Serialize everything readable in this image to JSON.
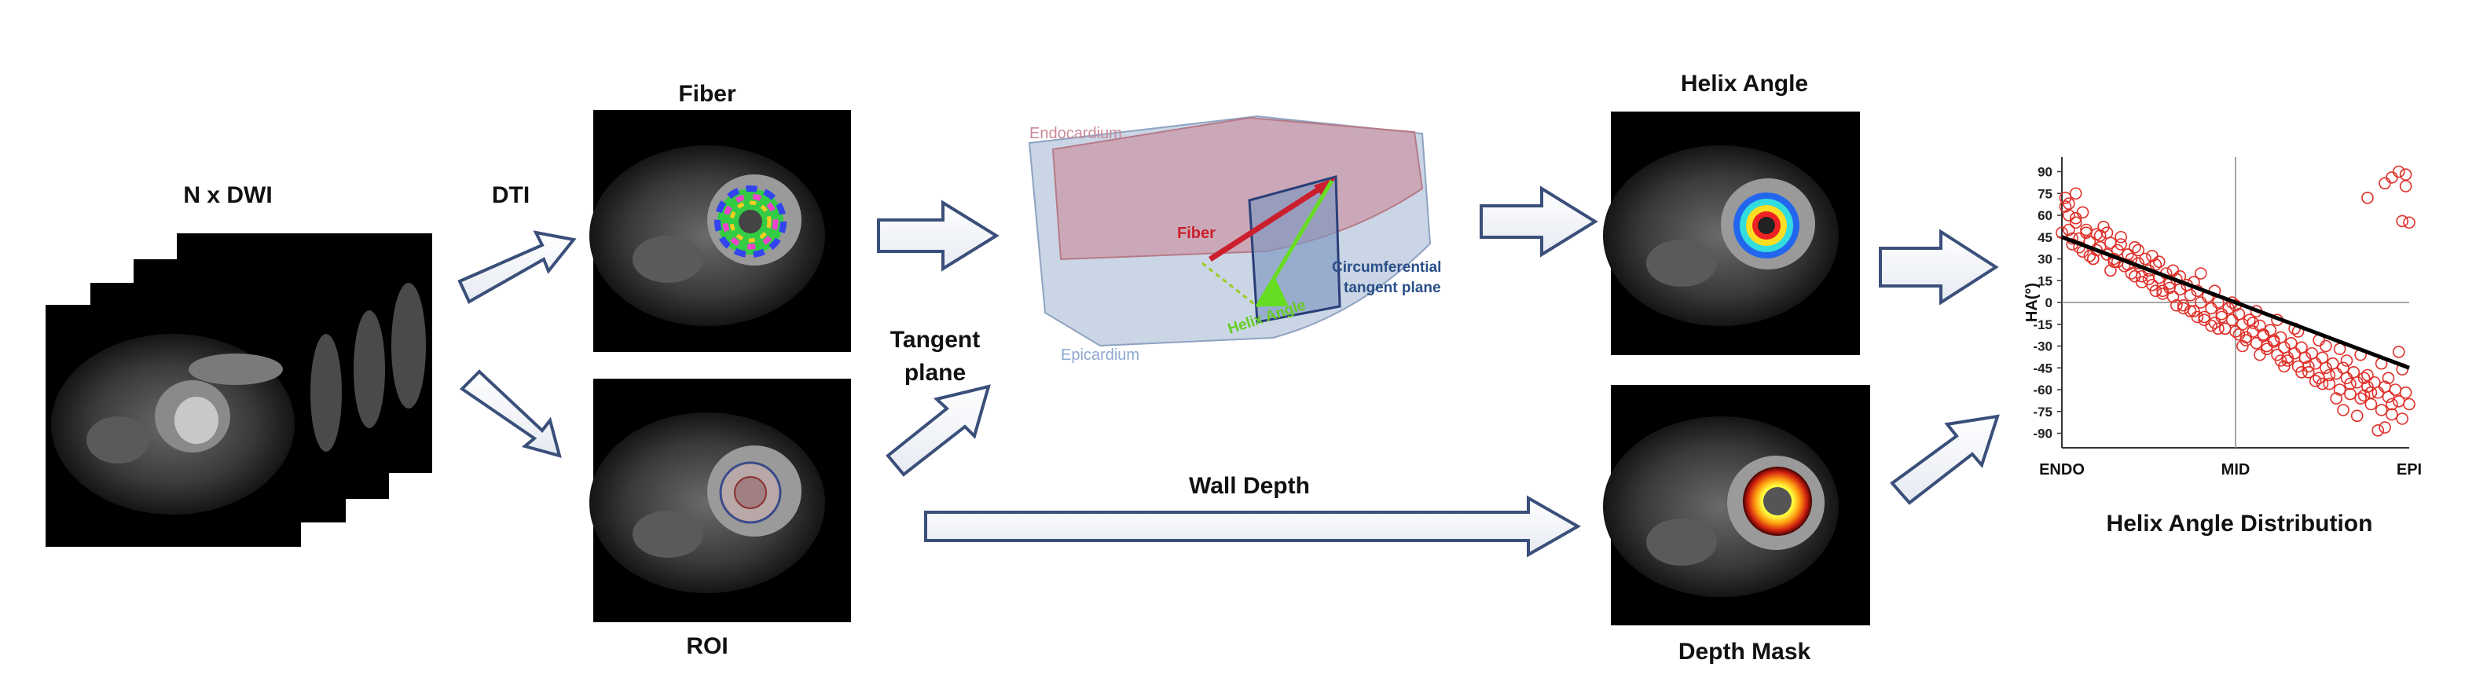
{
  "labels": {
    "dwi": "N x DWI",
    "dti": "DTI",
    "fiber": "Fiber",
    "roi": "ROI",
    "tangent_plane": "Tangent plane",
    "wall_depth": "Wall Depth",
    "helix_angle": "Helix Angle",
    "depth_mask": "Depth Mask",
    "distribution": "Helix Angle Distribution"
  },
  "diagram": {
    "endocardium": "Endocardium",
    "epicardium": "Epicardium",
    "fiber": "Fiber",
    "helix_angle": "Helix Angle",
    "circumferential_1": "Circumferential",
    "circumferential_2": "tangent plane"
  },
  "colors": {
    "endo_fill": "#c98a98",
    "epi_fill": "#9fb3cf",
    "arrow_stroke": "#3a4f7a",
    "fiber_red": "#cc1f2d",
    "helix_green": "#66dd22",
    "scatter_red": "#e0302a"
  },
  "chart_data": {
    "type": "scatter",
    "title": "",
    "xlabel": "",
    "ylabel": "HA(°)",
    "x_ticks": [
      "ENDO",
      "MID",
      "EPI"
    ],
    "x_tick_positions": [
      0,
      0.5,
      1
    ],
    "xlim": [
      0,
      1
    ],
    "ylim": [
      -100,
      100
    ],
    "y_ticks": [
      90,
      75,
      60,
      45,
      30,
      15,
      0,
      -15,
      -30,
      -45,
      -60,
      -75,
      -90
    ],
    "grid": false,
    "trend": {
      "x": [
        0,
        1
      ],
      "y": [
        45,
        -45
      ]
    },
    "series": [
      {
        "x": [
          0.0,
          0.02,
          0.03,
          0.04,
          0.05,
          0.06,
          0.07,
          0.08,
          0.09,
          0.1,
          0.11,
          0.12,
          0.13,
          0.14,
          0.15,
          0.16,
          0.17,
          0.18,
          0.19,
          0.2,
          0.21,
          0.22,
          0.23,
          0.24,
          0.25,
          0.26,
          0.27,
          0.28,
          0.29,
          0.3,
          0.31,
          0.32,
          0.33,
          0.34,
          0.35,
          0.36,
          0.37,
          0.38,
          0.39,
          0.4,
          0.41,
          0.42,
          0.43,
          0.44,
          0.45,
          0.46,
          0.47,
          0.48,
          0.49,
          0.5,
          0.51,
          0.52,
          0.53,
          0.54,
          0.55,
          0.56,
          0.57,
          0.58,
          0.59,
          0.6,
          0.61,
          0.62,
          0.63,
          0.64,
          0.65,
          0.66,
          0.67,
          0.68,
          0.69,
          0.7,
          0.71,
          0.72,
          0.73,
          0.74,
          0.75,
          0.76,
          0.77,
          0.78,
          0.79,
          0.8,
          0.81,
          0.82,
          0.83,
          0.84,
          0.85,
          0.86,
          0.87,
          0.88,
          0.89,
          0.9,
          0.91,
          0.92,
          0.93,
          0.94,
          0.95,
          0.96,
          0.97,
          0.98,
          0.99,
          1.0,
          0.02,
          0.05,
          0.08,
          0.11,
          0.14,
          0.17,
          0.2,
          0.23,
          0.26,
          0.29,
          0.32,
          0.35,
          0.38,
          0.41,
          0.44,
          0.47,
          0.5,
          0.53,
          0.56,
          0.59,
          0.62,
          0.65,
          0.68,
          0.71,
          0.74,
          0.77,
          0.8,
          0.83,
          0.86,
          0.89,
          0.92,
          0.95,
          0.98,
          0.01,
          0.04,
          0.07,
          0.1,
          0.13,
          0.16,
          0.19,
          0.22,
          0.25,
          0.28,
          0.31,
          0.34,
          0.37,
          0.4,
          0.43,
          0.46,
          0.49,
          0.52,
          0.55,
          0.58,
          0.61,
          0.64,
          0.67,
          0.7,
          0.73,
          0.76,
          0.79,
          0.82,
          0.85,
          0.88,
          0.91,
          0.94,
          0.97,
          1.0,
          0.03,
          0.09,
          0.15,
          0.21,
          0.27,
          0.33,
          0.39,
          0.45,
          0.51,
          0.57,
          0.63,
          0.69,
          0.75,
          0.81,
          0.87,
          0.93,
          0.99,
          0.01,
          0.02,
          0.04,
          0.06,
          0.88,
          0.93,
          0.95,
          0.97,
          0.98,
          0.99
        ],
        "y": [
          48,
          50,
          40,
          58,
          44,
          35,
          50,
          42,
          30,
          47,
          38,
          52,
          33,
          41,
          28,
          36,
          45,
          25,
          33,
          20,
          38,
          27,
          18,
          30,
          22,
          12,
          26,
          17,
          8,
          20,
          13,
          4,
          16,
          9,
          -2,
          12,
          5,
          -6,
          8,
          0,
          -10,
          4,
          -4,
          -14,
          0,
          -8,
          -18,
          -4,
          -12,
          -20,
          -8,
          -15,
          -24,
          -12,
          -20,
          -28,
          -16,
          -23,
          -32,
          -19,
          -27,
          -36,
          -24,
          -31,
          -40,
          -28,
          -35,
          -44,
          -31,
          -38,
          -48,
          -35,
          -42,
          -52,
          -38,
          -45,
          -56,
          -42,
          -49,
          -60,
          -45,
          -52,
          -63,
          -48,
          -55,
          -66,
          -52,
          -58,
          -70,
          -55,
          -62,
          -74,
          -58,
          -65,
          -77,
          -60,
          -68,
          -80,
          -62,
          -70,
          60,
          38,
          32,
          46,
          22,
          40,
          30,
          14,
          32,
          6,
          22,
          -4,
          14,
          -12,
          8,
          -18,
          -2,
          -26,
          -6,
          -30,
          -12,
          -38,
          -20,
          -44,
          -26,
          -50,
          -32,
          -56,
          -36,
          -62,
          -42,
          -70,
          -46,
          66,
          55,
          48,
          36,
          48,
          28,
          26,
          36,
          16,
          28,
          10,
          18,
          -6,
          20,
          -16,
          -10,
          0,
          -30,
          -14,
          -22,
          -26,
          -44,
          -18,
          -38,
          -54,
          -30,
          -66,
          -40,
          -78,
          -50,
          -88,
          -52,
          -34,
          55,
          44,
          30,
          30,
          18,
          8,
          -2,
          -10,
          -18,
          -22,
          -36,
          -40,
          -48,
          -56,
          -74,
          -64,
          -86,
          80,
          72,
          68,
          75,
          62,
          72,
          82,
          86,
          90,
          56,
          88
        ]
      }
    ]
  }
}
